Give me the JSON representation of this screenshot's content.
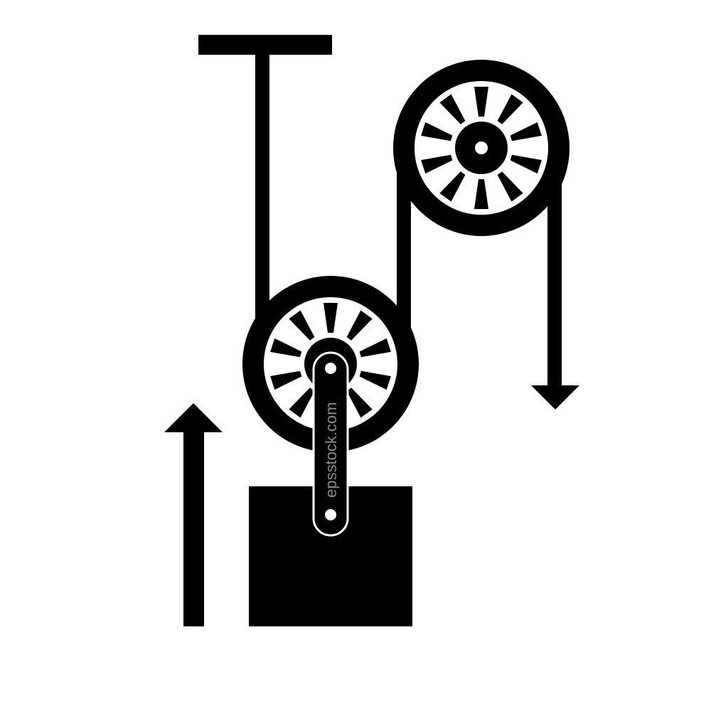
{
  "diagram": {
    "subject": "pulley-system",
    "colors": {
      "ink": "#000000",
      "background": "#ffffff",
      "watermark": "#8a8a8a"
    },
    "pulleys": [
      {
        "id": "upper-pulley",
        "spoke_count": 10
      },
      {
        "id": "lower-pulley",
        "spoke_count": 10
      }
    ],
    "arrows": [
      {
        "id": "pull-down-arrow",
        "direction": "down"
      },
      {
        "id": "lift-up-arrow",
        "direction": "up"
      }
    ]
  },
  "watermark": {
    "text": "epsstock.com"
  }
}
